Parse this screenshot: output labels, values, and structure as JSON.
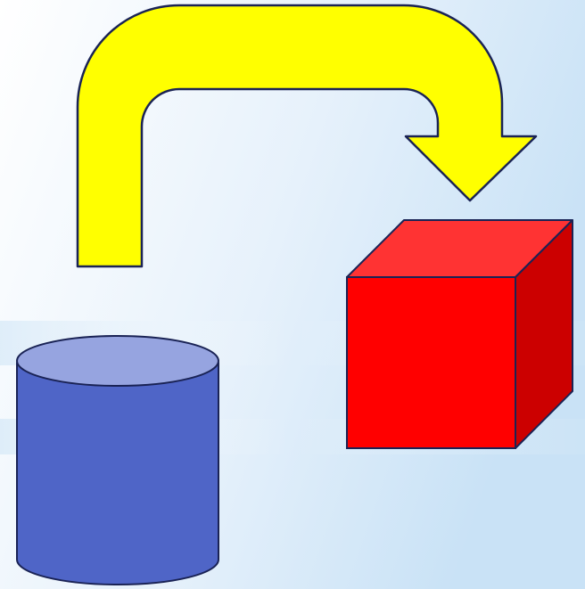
{
  "diagram": {
    "shapes": [
      {
        "id": "cylinder",
        "kind": "cylinder",
        "icon": "database-icon",
        "colors": {
          "body": "#4f65c7",
          "top": "#96a4e0",
          "stroke": "#1a2355"
        }
      },
      {
        "id": "arrow",
        "kind": "u-turn-arrow",
        "icon": "curved-arrow-icon",
        "colors": {
          "fill": "#ffff00",
          "stroke": "#1a2355"
        }
      },
      {
        "id": "cube",
        "kind": "cube",
        "icon": "cube-icon",
        "colors": {
          "front": "#ff0000",
          "top": "#ff3333",
          "side": "#cc0000",
          "stroke": "#1a2355"
        }
      }
    ],
    "background": {
      "colors": [
        "#ffffff",
        "#e6f1fb",
        "#c9e2f6"
      ]
    }
  }
}
